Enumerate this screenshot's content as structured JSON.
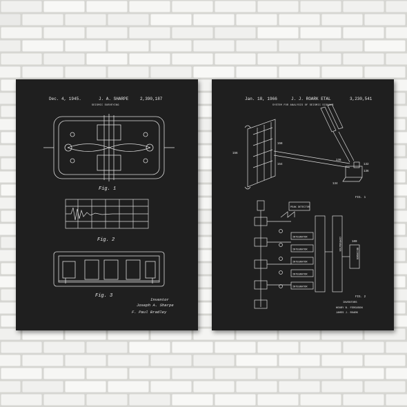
{
  "left_poster": {
    "date": "Dec. 4, 1945.",
    "inventor_header": "J. A. SHARPE",
    "patent_number": "2,390,187",
    "subtitle": "SEISMIC SURVEYING",
    "fig1_label": "Fig. 1",
    "fig2_label": "Fig. 2",
    "fig3_label": "Fig. 3",
    "inventor_caption": "Inventor",
    "inventor_signature": "Joseph A. Sharpe",
    "attorney_signature": "F. Paul Bradley"
  },
  "right_poster": {
    "date": "Jan. 18, 1966",
    "inventor_header": "J. J. ROARK ETAL",
    "patent_number": "3,230,541",
    "subtitle": "SYSTEM FOR ANALYSIS OF SEISMIC SIGNALS",
    "fig1_label": "FIG. 1",
    "fig2_label": "FIG. 2",
    "peak_detector": "PEAK DETECTOR",
    "integrator_label": "INTEGRATOR",
    "comparator_label": "COMPARATOR",
    "recorder_label": "RECORDER",
    "inventors_caption": "INVENTORS",
    "inventor_1": "HENRY B. FERGUSON",
    "inventor_2": "JAMES J. ROARK",
    "ref_numbers": [
      "156",
      "158",
      "154",
      "132",
      "136",
      "138",
      "134",
      "100"
    ]
  },
  "colors": {
    "wall": "#f4f4f2",
    "mortar": "#d6d6d2",
    "board": "#1f1f1f",
    "chalk": "#e8e8e8"
  }
}
